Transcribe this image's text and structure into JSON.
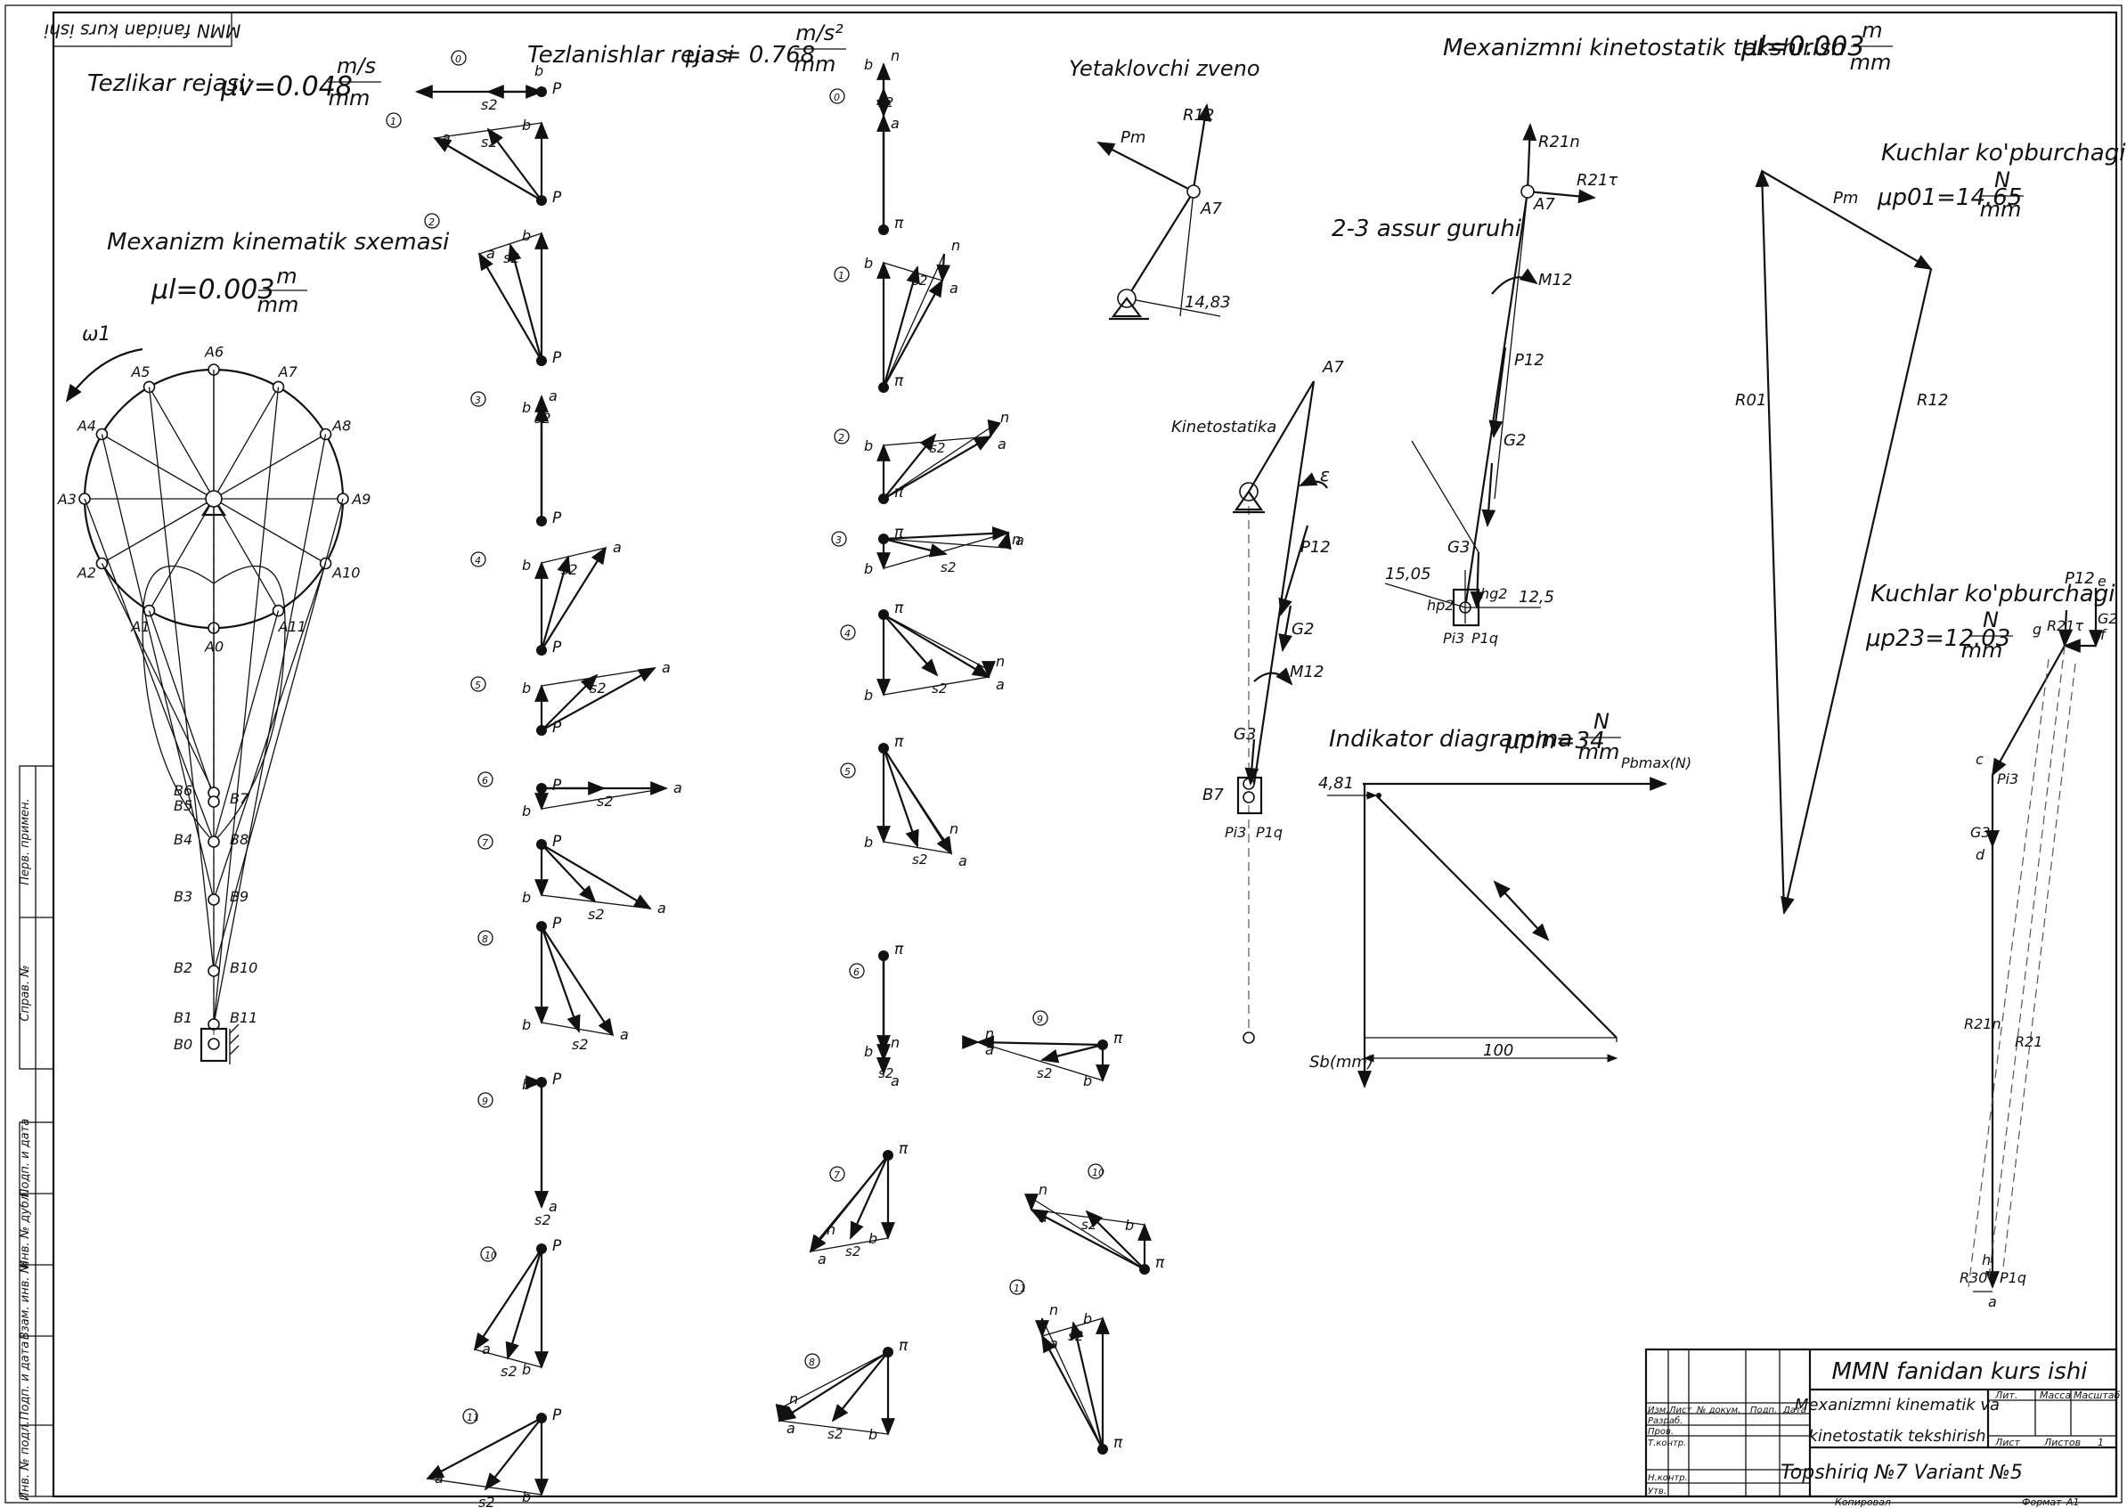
{
  "stamp": "MMN fanidan kurs ishi",
  "velocity": {
    "title": "Tezlikar rejasi:",
    "mu": "μv=0.048",
    "unit_num": "m/s",
    "unit_den": "mm",
    "labels": {
      "a": "a",
      "b": "b",
      "P": "P",
      "s2": "s2"
    }
  },
  "accel": {
    "title": "Tezlanishlar rejasi",
    "mu": "μa = 0.768",
    "unit_num": "m/s²",
    "unit_den": "mm",
    "labels": {
      "pi": "π",
      "n": "n",
      "a": "a",
      "b": "b",
      "s2": "s2"
    }
  },
  "scheme": {
    "title": "Mexanizm kinematik sxemasi",
    "mu": "μl=0.003",
    "unit_num": "m",
    "unit_den": "mm",
    "omega": "ω1",
    "crank_points": [
      "A0",
      "A1",
      "A2",
      "A3",
      "A4",
      "A5",
      "A6",
      "A7",
      "A8",
      "A9",
      "A10",
      "A11"
    ],
    "slider_points": [
      "B0",
      "B1",
      "B2",
      "B3",
      "B4",
      "B5",
      "B6",
      "B7",
      "B8",
      "B9",
      "B10",
      "B11"
    ]
  },
  "driving_link": {
    "title": "Yetaklovchi zveno",
    "labels": {
      "pm": "Pm",
      "r12": "R12",
      "a7": "A7",
      "dim": "14,83"
    }
  },
  "kinetostatika": {
    "title": "Kinetostatika",
    "labels": {
      "a7": "A7",
      "eps": "ε",
      "p12": "P12",
      "g2": "G2",
      "m12": "M12",
      "g3": "G3",
      "b7": "B7",
      "pi3": "Pi3",
      "p1q": "P1q"
    }
  },
  "check": {
    "title": "Mexanizmni kinetostatik tekshirish",
    "mu": "μl=0.003",
    "unit_num": "m",
    "unit_den": "mm"
  },
  "assur": {
    "title": "2-3 assur guruhi",
    "labels": {
      "r21n": "R21n",
      "r21t": "R21τ",
      "a7": "A7",
      "m12": "M12",
      "p12": "P12",
      "g2": "G2",
      "g3": "G3",
      "d1": "15,05",
      "d2": "12,5",
      "hp2": "hp2",
      "hg2": "hg2",
      "pi3": "Pi3",
      "p1q": "P1q"
    }
  },
  "polygon1": {
    "title": "Kuchlar ko'pburchagi",
    "mu": "μp01=14.65",
    "unit_num": "N",
    "unit_den": "mm",
    "labels": {
      "pm": "Pm",
      "r01": "R01",
      "r12": "R12"
    }
  },
  "polygon2": {
    "title": "Kuchlar ko'pburchagi",
    "mu": "μp23=12.03",
    "unit_num": "N",
    "unit_den": "mm",
    "labels": {
      "p12": "P12",
      "e": "e",
      "g2": "G2",
      "f": "f",
      "g": "g",
      "r21t": "R21τ",
      "c": "c",
      "pi3": "Pi3",
      "g3": "G3",
      "d": "d",
      "r21n": "R21n",
      "r21": "R21",
      "h": "h",
      "r30": "R30",
      "p1q": "P1q",
      "a": "a"
    }
  },
  "indicator": {
    "title": "Indikator diagramma",
    "mu": "μpin=34",
    "unit_num": "N",
    "unit_den": "mm",
    "pbmax": "Pbmax(N)",
    "offset": "4,81",
    "length": "100",
    "sb": "Sb(mm)"
  },
  "title_block": {
    "course": "MMN fanidan kurs ishi",
    "topic1": "Mexanizmni kinematik va",
    "topic2": "kinetostatik tekshirish",
    "assignment": "Topshiriq №7 Variant №5",
    "headers": [
      "Изм.",
      "Лист",
      "№ докум.",
      "Подп.",
      "Дата"
    ],
    "roles": [
      "Разраб.",
      "Пров.",
      "Т.контр.",
      "Н.контр.",
      "Утв."
    ],
    "lit": "Лит.",
    "mass": "Масса",
    "scale": "Масштаб",
    "sheet": "Лист",
    "sheets": "Листов",
    "sheets_val": "1",
    "copied": "Копировал",
    "format": "Формат",
    "format_val": "A1"
  },
  "side_stamp": [
    "Перв. примен.",
    "Справ. №",
    "Подп. и дата",
    "Инв. № дубл.",
    "Взам. инв. №",
    "Подп. и дата",
    "Инв. № подл."
  ]
}
